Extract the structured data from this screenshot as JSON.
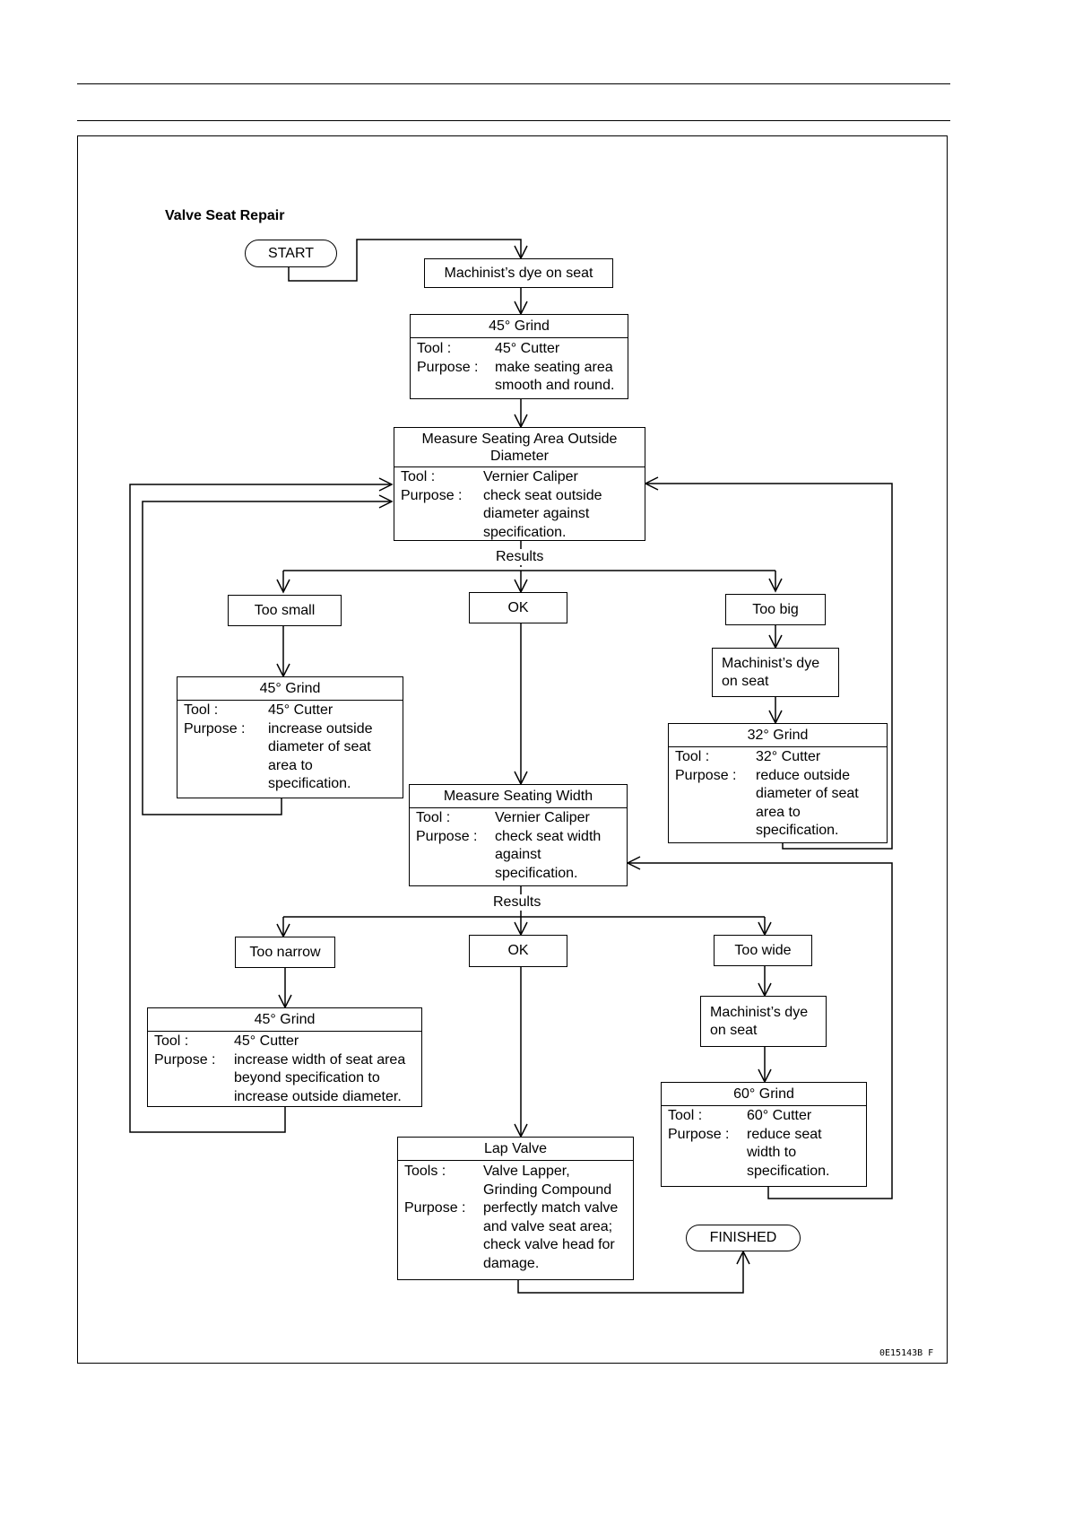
{
  "diagram": {
    "title": "Valve Seat Repair",
    "image_code": "0E15143B F",
    "labels": {
      "tool": "Tool :",
      "tools": "Tools :",
      "purpose": "Purpose :",
      "results": "Results"
    },
    "start": "START",
    "finished": "FINISHED",
    "dye1": "Machinist’s dye on seat",
    "grind45_first": {
      "title": "45° Grind",
      "tool": "45° Cutter",
      "purpose": [
        "make seating area",
        "smooth and round."
      ]
    },
    "measure_od": {
      "title": [
        "Measure Seating Area Outside",
        "Diameter"
      ],
      "tool": "Vernier Caliper",
      "purpose": [
        "check seat outside",
        "diameter against",
        "specification."
      ]
    },
    "too_small": "Too small",
    "ok_od": "OK",
    "too_big": "Too big",
    "grind45_small": {
      "title": "45° Grind",
      "tool": "45° Cutter",
      "purpose": [
        "increase outside",
        "diameter of seat",
        "area to",
        "specification."
      ]
    },
    "dye_big": [
      "Machinist’s dye",
      "on seat"
    ],
    "grind32": {
      "title": "32° Grind",
      "tool": "32° Cutter",
      "purpose": [
        "reduce outside",
        "diameter of seat",
        "area to",
        "specification."
      ]
    },
    "measure_w": {
      "title": "Measure Seating Width",
      "tool": "Vernier Caliper",
      "purpose": [
        "check seat width",
        "against",
        "specification."
      ]
    },
    "too_narrow": "Too narrow",
    "ok_w": "OK",
    "too_wide": "Too wide",
    "grind45_narrow": {
      "title": "45° Grind",
      "tool": "45° Cutter",
      "purpose": [
        "increase width of seat area",
        "beyond specification to",
        "increase outside diameter."
      ]
    },
    "dye_wide": [
      "Machinist’s dye",
      "on seat"
    ],
    "grind60": {
      "title": "60° Grind",
      "tool": "60° Cutter",
      "purpose": [
        "reduce seat",
        "width to",
        "specification."
      ]
    },
    "lap": {
      "title": "Lap Valve",
      "tools": [
        "Valve Lapper,",
        "Grinding Compound"
      ],
      "purpose": [
        "perfectly match valve",
        "and valve seat area;",
        "check valve head for",
        "damage."
      ]
    }
  }
}
